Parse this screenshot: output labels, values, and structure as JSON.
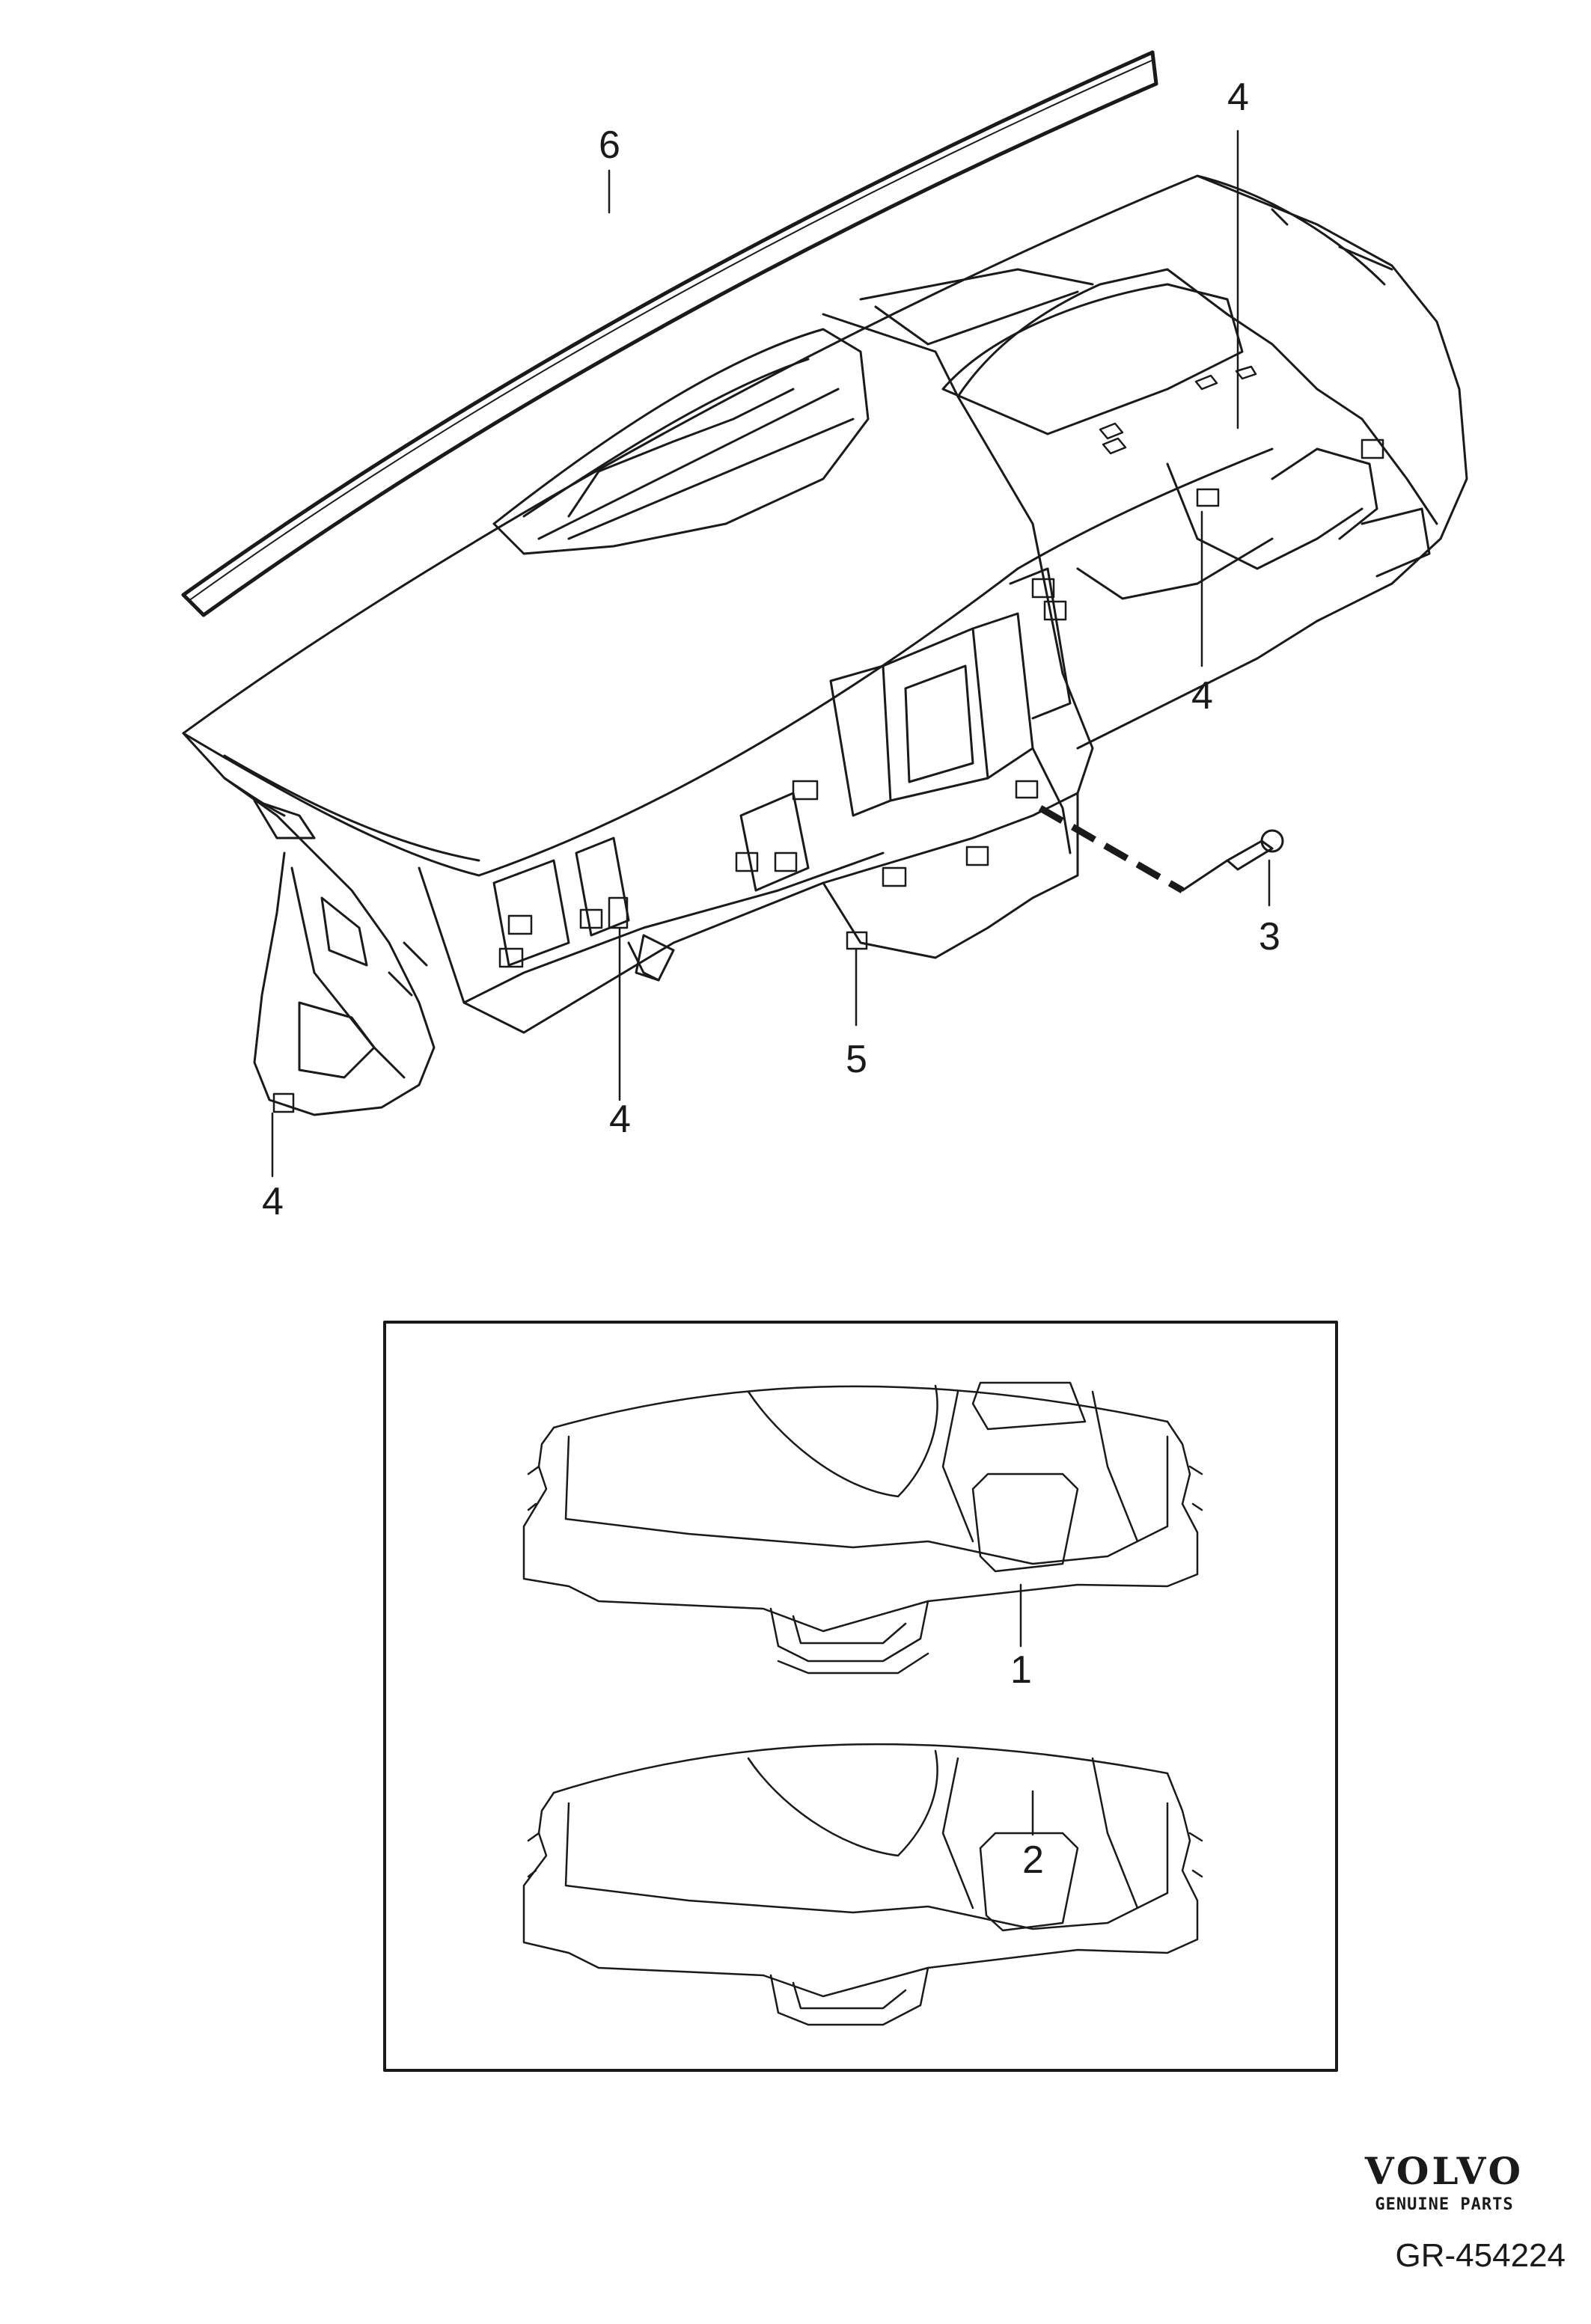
{
  "callouts": {
    "c1": "1",
    "c2": "2",
    "c3": "3",
    "c4a": "4",
    "c4b": "4",
    "c4c": "4",
    "c4d": "4",
    "c5": "5",
    "c6": "6"
  },
  "logo": {
    "brand": "VOLVO",
    "subtitle": "GENUINE PARTS"
  },
  "reference_code": "GR-454224",
  "colors": {
    "line": "#1a1a1a",
    "background": "#ffffff"
  }
}
